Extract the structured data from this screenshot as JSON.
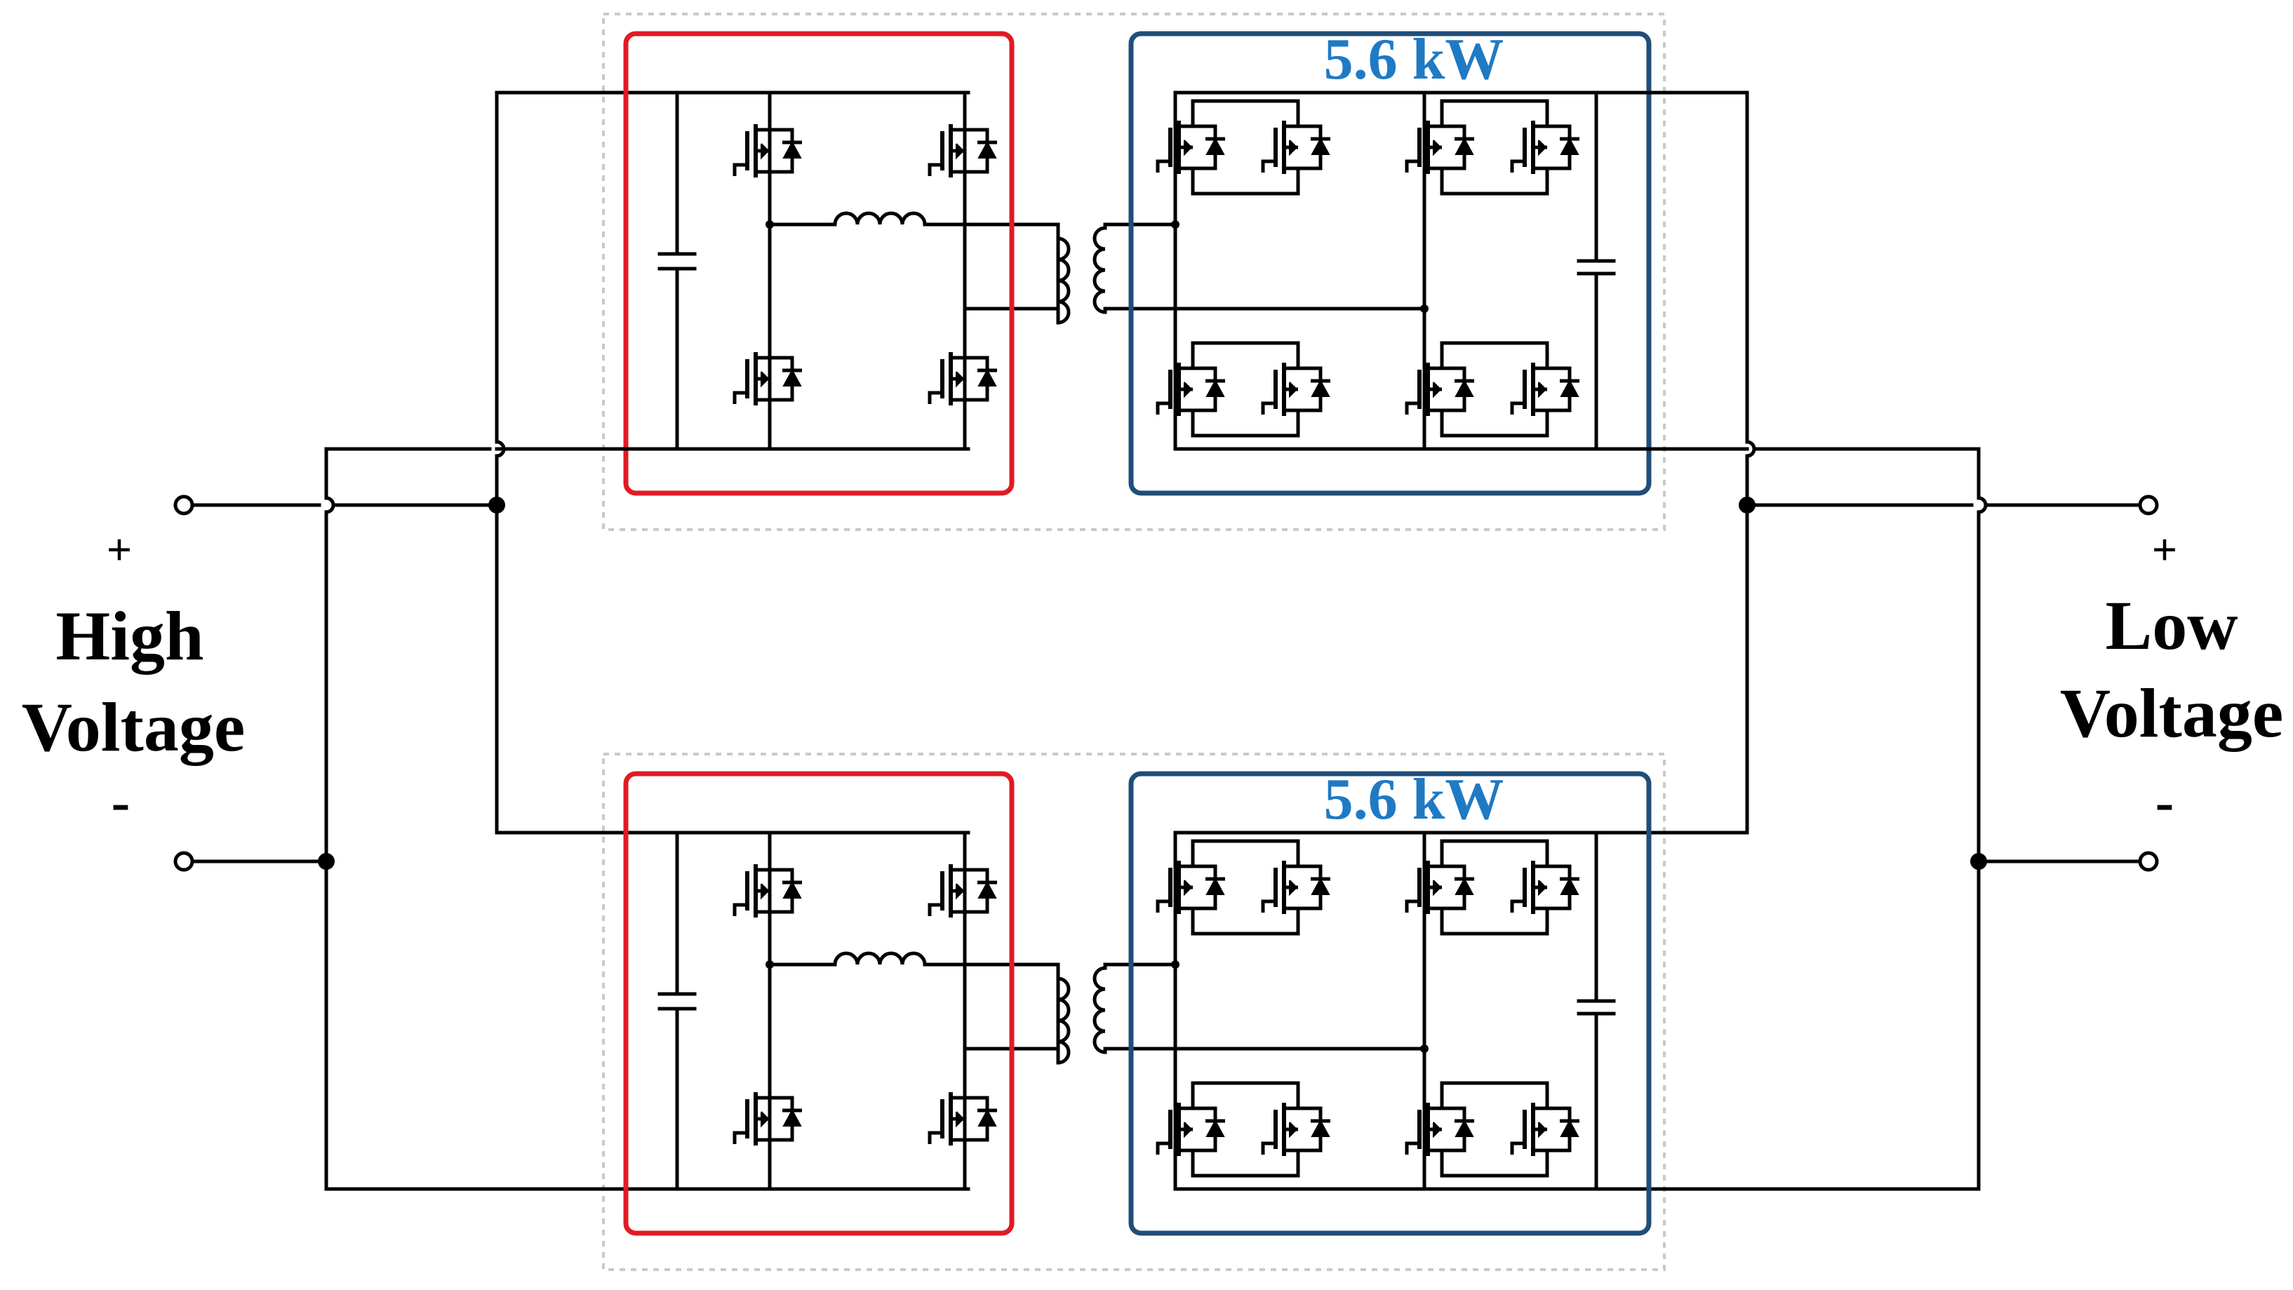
{
  "colors": {
    "primary_box": "#e01b24",
    "secondary_box": "#1f4e79",
    "power_label": "#1f7ac4",
    "module_outline": "#c9c9c9"
  },
  "left_port": {
    "plus": "+",
    "name_line1": "High",
    "name_line2": "Voltage",
    "minus": "-"
  },
  "right_port": {
    "plus": "+",
    "name_line1": "Low",
    "name_line2": "Voltage",
    "minus": "-"
  },
  "modules": [
    {
      "power_label": "5.6 kW"
    },
    {
      "power_label": "5.6 kW"
    }
  ]
}
